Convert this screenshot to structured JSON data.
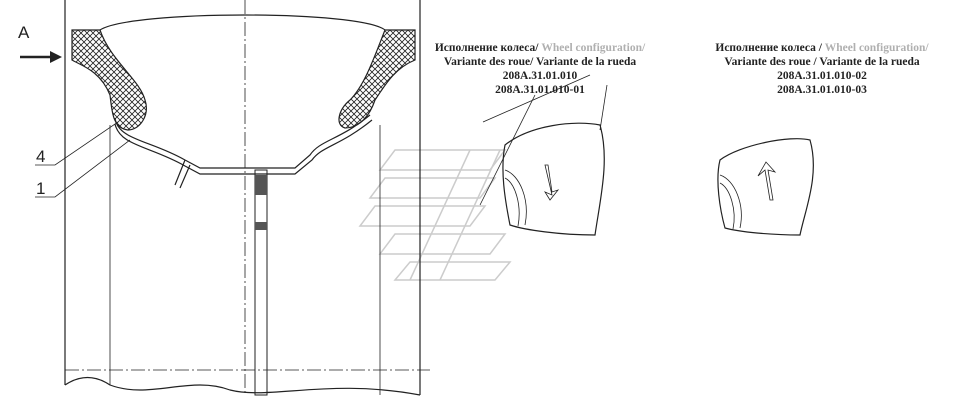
{
  "view_label": "A",
  "callouts": [
    "4",
    "1"
  ],
  "config_left": {
    "line1_ru": "Исполнение колеса/",
    "line1_en": "Wheel configuration/",
    "line2": "Variante des roue/ Variante de la rueda",
    "codes": [
      "208A.31.01.010",
      "208A.31.01.010-01"
    ]
  },
  "config_right": {
    "line1_ru": "Исполнение колеса /",
    "line1_en": "Wheel configuration/",
    "line2": "Variante des roue / Variante de la rueda",
    "codes": [
      "208A.31.01.010-02",
      "208A.31.01.010-03"
    ]
  }
}
